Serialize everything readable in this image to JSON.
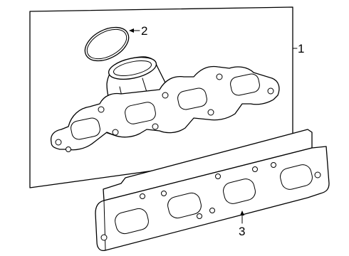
{
  "callouts": {
    "manifold": "1",
    "seal_ring": "2",
    "gasket": "3"
  },
  "colors": {
    "line": "#000000",
    "background": "#ffffff"
  }
}
